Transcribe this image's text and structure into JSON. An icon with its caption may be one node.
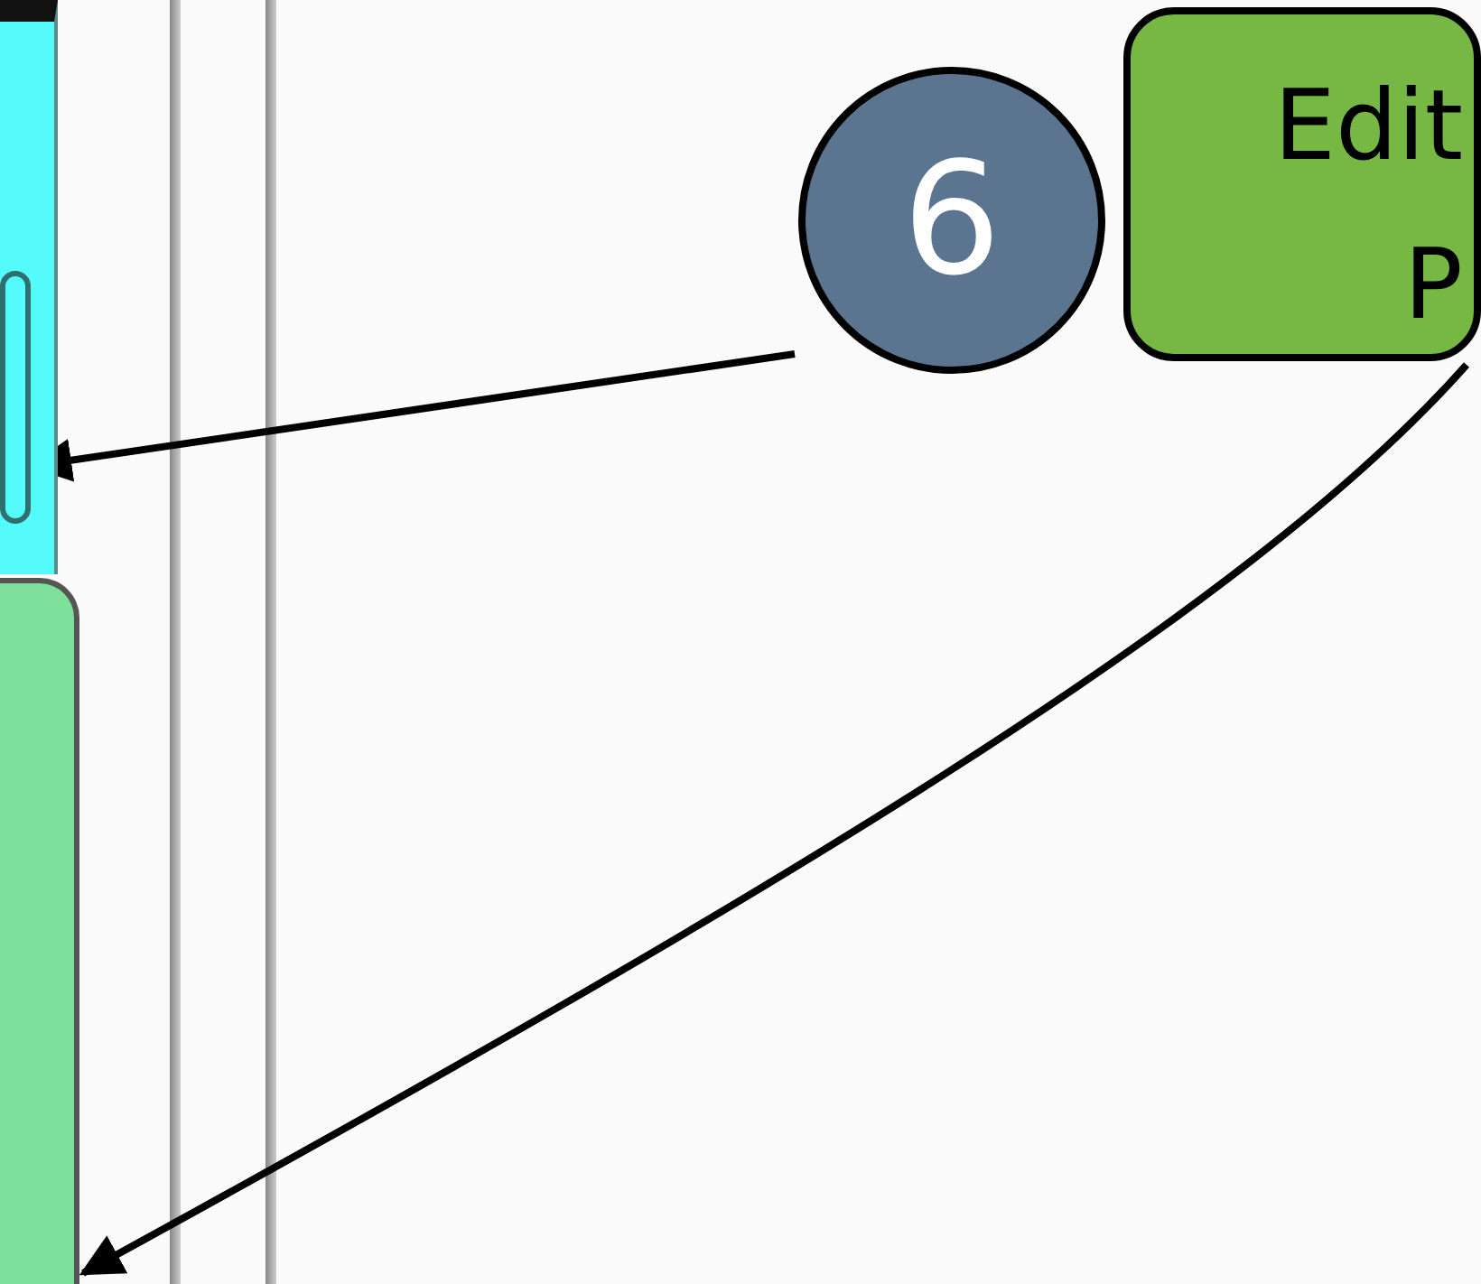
{
  "diagram": {
    "nodes": [
      {
        "text": [],
        "shape": "box"
      },
      {
        "text": [],
        "shape": "box",
        "in": 0
      },
      {
        "text": [],
        "shape": "box"
      },
      {
        "text": [
          "6"
        ]
      },
      {
        "text": [
          "Edit P"
        ]
      }
    ],
    "edges": [
      {
        "from": 3,
        "to": 1,
        "arrow": "to"
      },
      {
        "from": 4,
        "to": 2,
        "arrow": "to"
      }
    ]
  }
}
